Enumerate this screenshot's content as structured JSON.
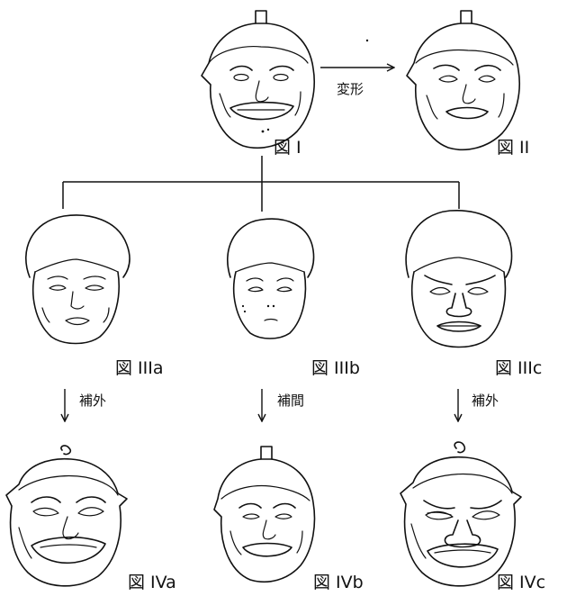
{
  "figures": {
    "fig_i": "図 I",
    "fig_ii": "図 II",
    "fig_iiia": "図 IIIa",
    "fig_iiib": "図 IIIb",
    "fig_iiic": "図 IIIc",
    "fig_iva": "図 IVa",
    "fig_ivb": "図 IVb",
    "fig_ivc": "図 IVc"
  },
  "arrows": {
    "deform": "変形",
    "extrapolate_a": "補外",
    "interpolate": "補間",
    "extrapolate_c": "補外"
  }
}
